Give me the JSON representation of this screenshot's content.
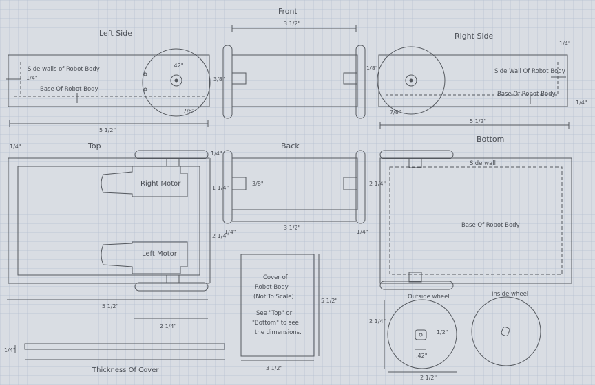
{
  "views": {
    "left_side": "Left Side",
    "front": "Front",
    "right_side": "Right Side",
    "top": "Top",
    "back": "Back",
    "bottom": "Bottom"
  },
  "notes": {
    "side_walls": "Side walls of Robot Body",
    "base_left": "Base Of Robot Body",
    "side_wall_right": "Side Wall Of Robot Body",
    "base_right": "Base Of Robot Body",
    "right_motor": "Right Motor",
    "left_motor": "Left Motor",
    "side_wall_bottom": "Side wall",
    "base_bottom": "Base Of Robot Body",
    "cover_title_1": "Cover of",
    "cover_title_2": "Robot Body",
    "cover_title_3": "(Not To Scale)",
    "cover_see_1": "See \"Top\" or",
    "cover_see_2": "\"Bottom\" to see",
    "cover_see_3": "the dimensions.",
    "thickness_cover": "Thickness Of Cover",
    "outside_wheel": "Outside wheel",
    "inside_wheel": "Inside wheel"
  },
  "dims": {
    "front_width": "3 1/2\"",
    "side_length": "5 1/2\"",
    "quarter": "1/4\"",
    "three_eighths": "3/8\"",
    "one_eighth": "1/8\"",
    "seven_eighths": "7/8\"",
    "hub_dia": ".42\"",
    "one_half": "1/2\"",
    "one_and_quarter": "1 1/4\"",
    "motor_len": "2 1/4\"",
    "back_width": "3 1/2\"",
    "back_height": "2 1/4\"",
    "cover_width": "3 1/2\"",
    "cover_height": "5 1/2\"",
    "wheel_width": "2 1/2\"",
    "wheel_height": "2 1/4\"",
    "top_length": "5 1/2\"",
    "two_and_quarter": "2 1/4\""
  },
  "colors": {
    "paper": "#d9dde3",
    "grid": "#b4bfcf",
    "pencil": "#55595f"
  }
}
